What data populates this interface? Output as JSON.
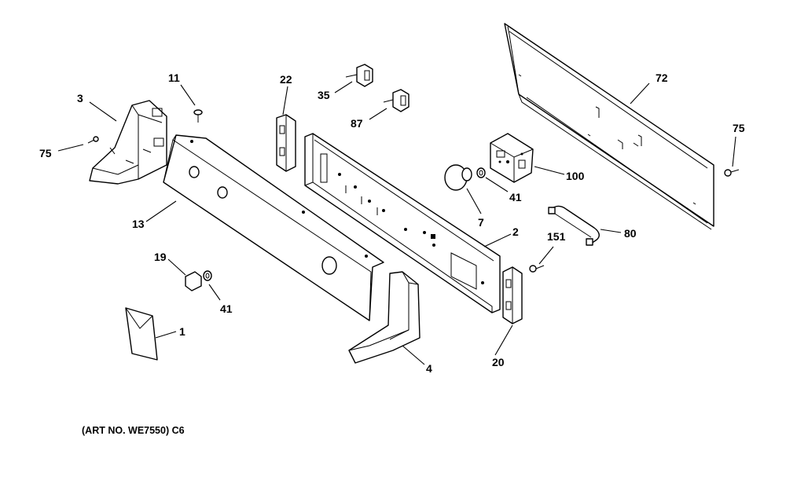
{
  "diagram": {
    "art_number": "(ART NO. WE7550) C6",
    "callouts": {
      "p1": "1",
      "p2": "2",
      "p3": "3",
      "p4": "4",
      "p7": "7",
      "p11": "11",
      "p13": "13",
      "p19": "19",
      "p20": "20",
      "p22": "22",
      "p35": "35",
      "p41a": "41",
      "p41b": "41",
      "p72": "72",
      "p75a": "75",
      "p75b": "75",
      "p80": "80",
      "p87": "87",
      "p100": "100",
      "p151": "151"
    }
  }
}
